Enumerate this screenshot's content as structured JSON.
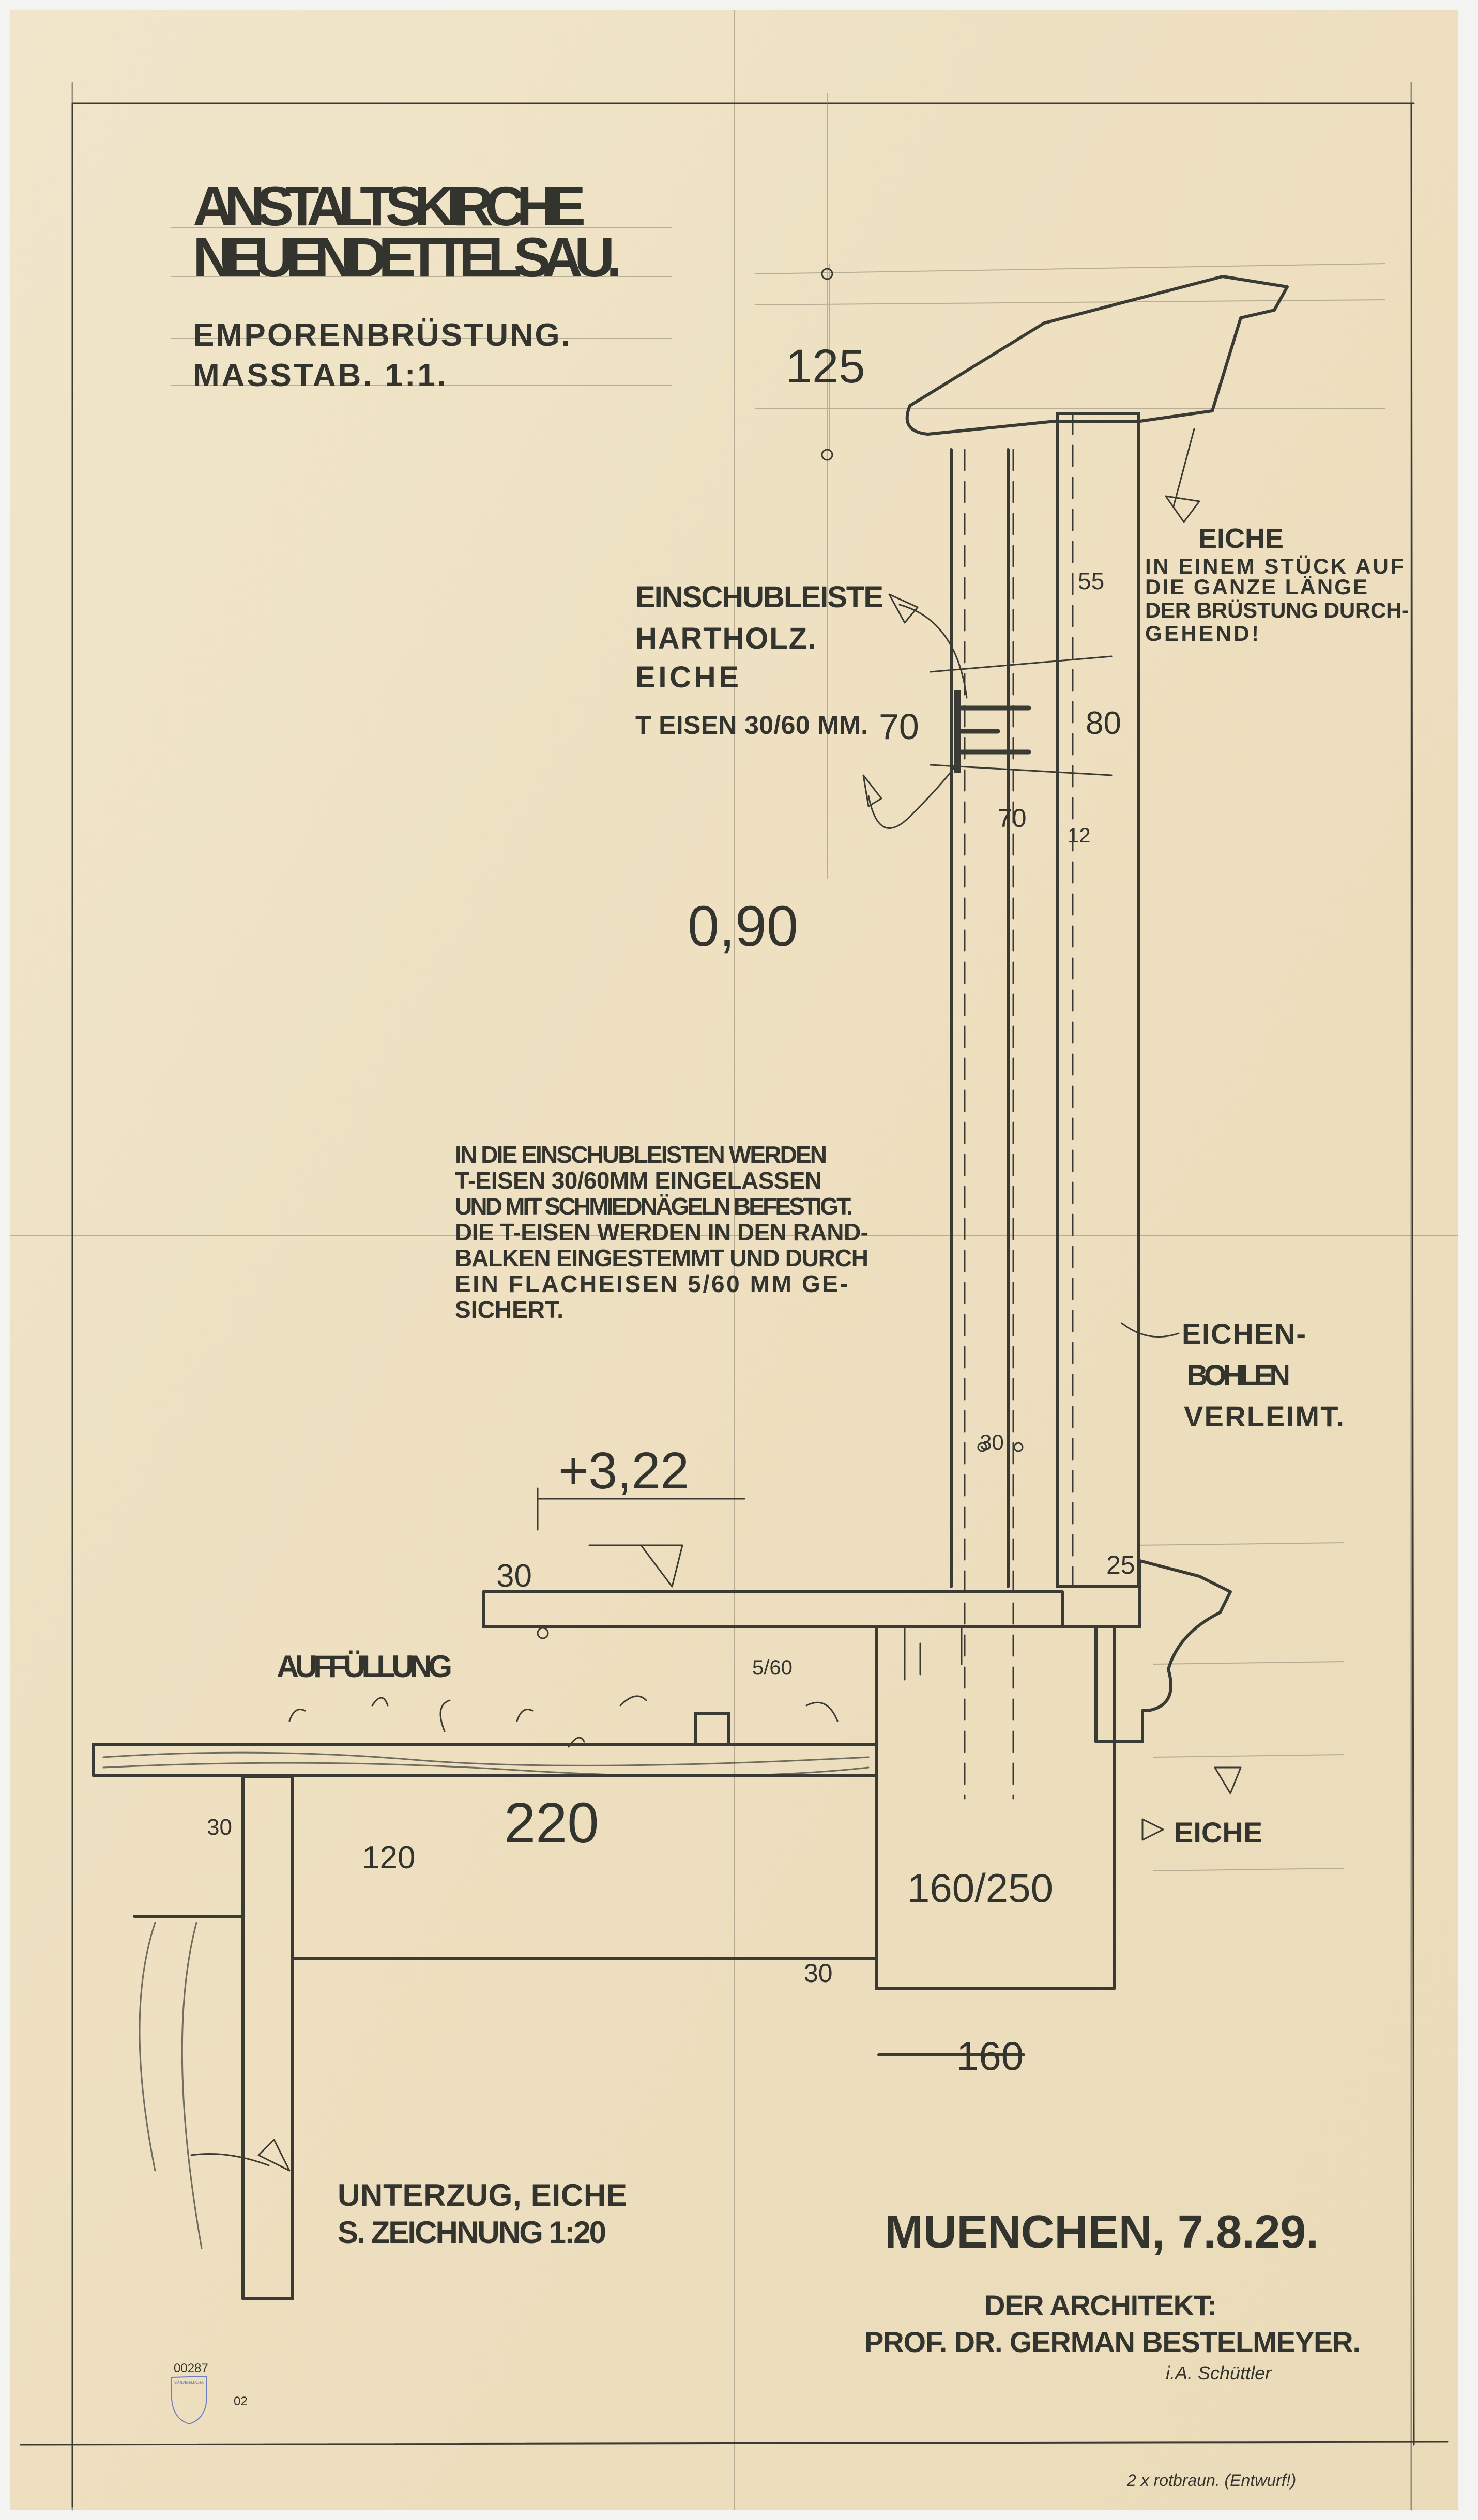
{
  "title_block": {
    "line1": "ANSTALTSKIRCHE",
    "line2": "NEUENDETTELSAU.",
    "subtitle": "EMPORENBRÜSTUNG.",
    "scale": "MASSTAB. 1:1."
  },
  "dimensions": {
    "cap_height": "125",
    "total_height": "0,90",
    "board_55": "55",
    "t_iron_70_left": "70",
    "t_iron_80": "80",
    "t_iron_70_bottom": "70",
    "t_iron_12": "12",
    "board_30": "30",
    "level": "+3,22",
    "plank_30": "30",
    "molding_25": "25",
    "flat_iron": "5/60",
    "joist_30": "30",
    "joist_120": "120",
    "span_220": "220",
    "beam_30": "30",
    "beam_160_250": "160/250",
    "beam_160": "160"
  },
  "labels": {
    "slide_strip": [
      "EINSCHUBLEISTE",
      "HARTHOLZ.",
      "EICHE"
    ],
    "t_iron": "T EISEN 30/60 MM.",
    "cap_material": "EICHE",
    "cap_note": [
      "IN EINEM STÜCK AUF",
      "DIE GANZE LÄNGE",
      "DER BRÜSTUNG DURCH-",
      "GEHEND!"
    ],
    "main_note": [
      "IN DIE EINSCHUBLEISTEN WERDEN",
      "T-EISEN 30/60MM EINGELASSEN",
      "UND MIT SCHMIEDNÄGELN BEFESTIGT.",
      "DIE T-EISEN WERDEN IN DEN RAND-",
      "BALKEN EINGESTEMMT UND DURCH",
      "EIN FLACHEISEN 5/60 MM GE-",
      "SICHERT."
    ],
    "planks": [
      "EICHEN-",
      "BOHLEN",
      "VERLEIMT."
    ],
    "fill": "AUFFÜLLUNG",
    "beam_material": "EICHE",
    "girder": [
      "UNTERZUG, EICHE",
      "S. ZEICHNUNG 1:20"
    ]
  },
  "signature_block": {
    "place_date": "MUENCHEN, 7.8.29.",
    "role": "DER ARCHITEKT:",
    "name": "PROF. DR. GERMAN BESTELMEYER.",
    "signed": "i.A. Schüttler"
  },
  "archive": {
    "inventory_number": "00287",
    "sheet_number": "02",
    "stamp_text": "STÄDT. GALERIE MÜNCHEN",
    "pencil_note": "2 x rotbraun. (Entwurf!)"
  },
  "colors": {
    "paper": "#efe2c4",
    "ink": "#3b3b35",
    "stamp": "#6b7fc0"
  }
}
